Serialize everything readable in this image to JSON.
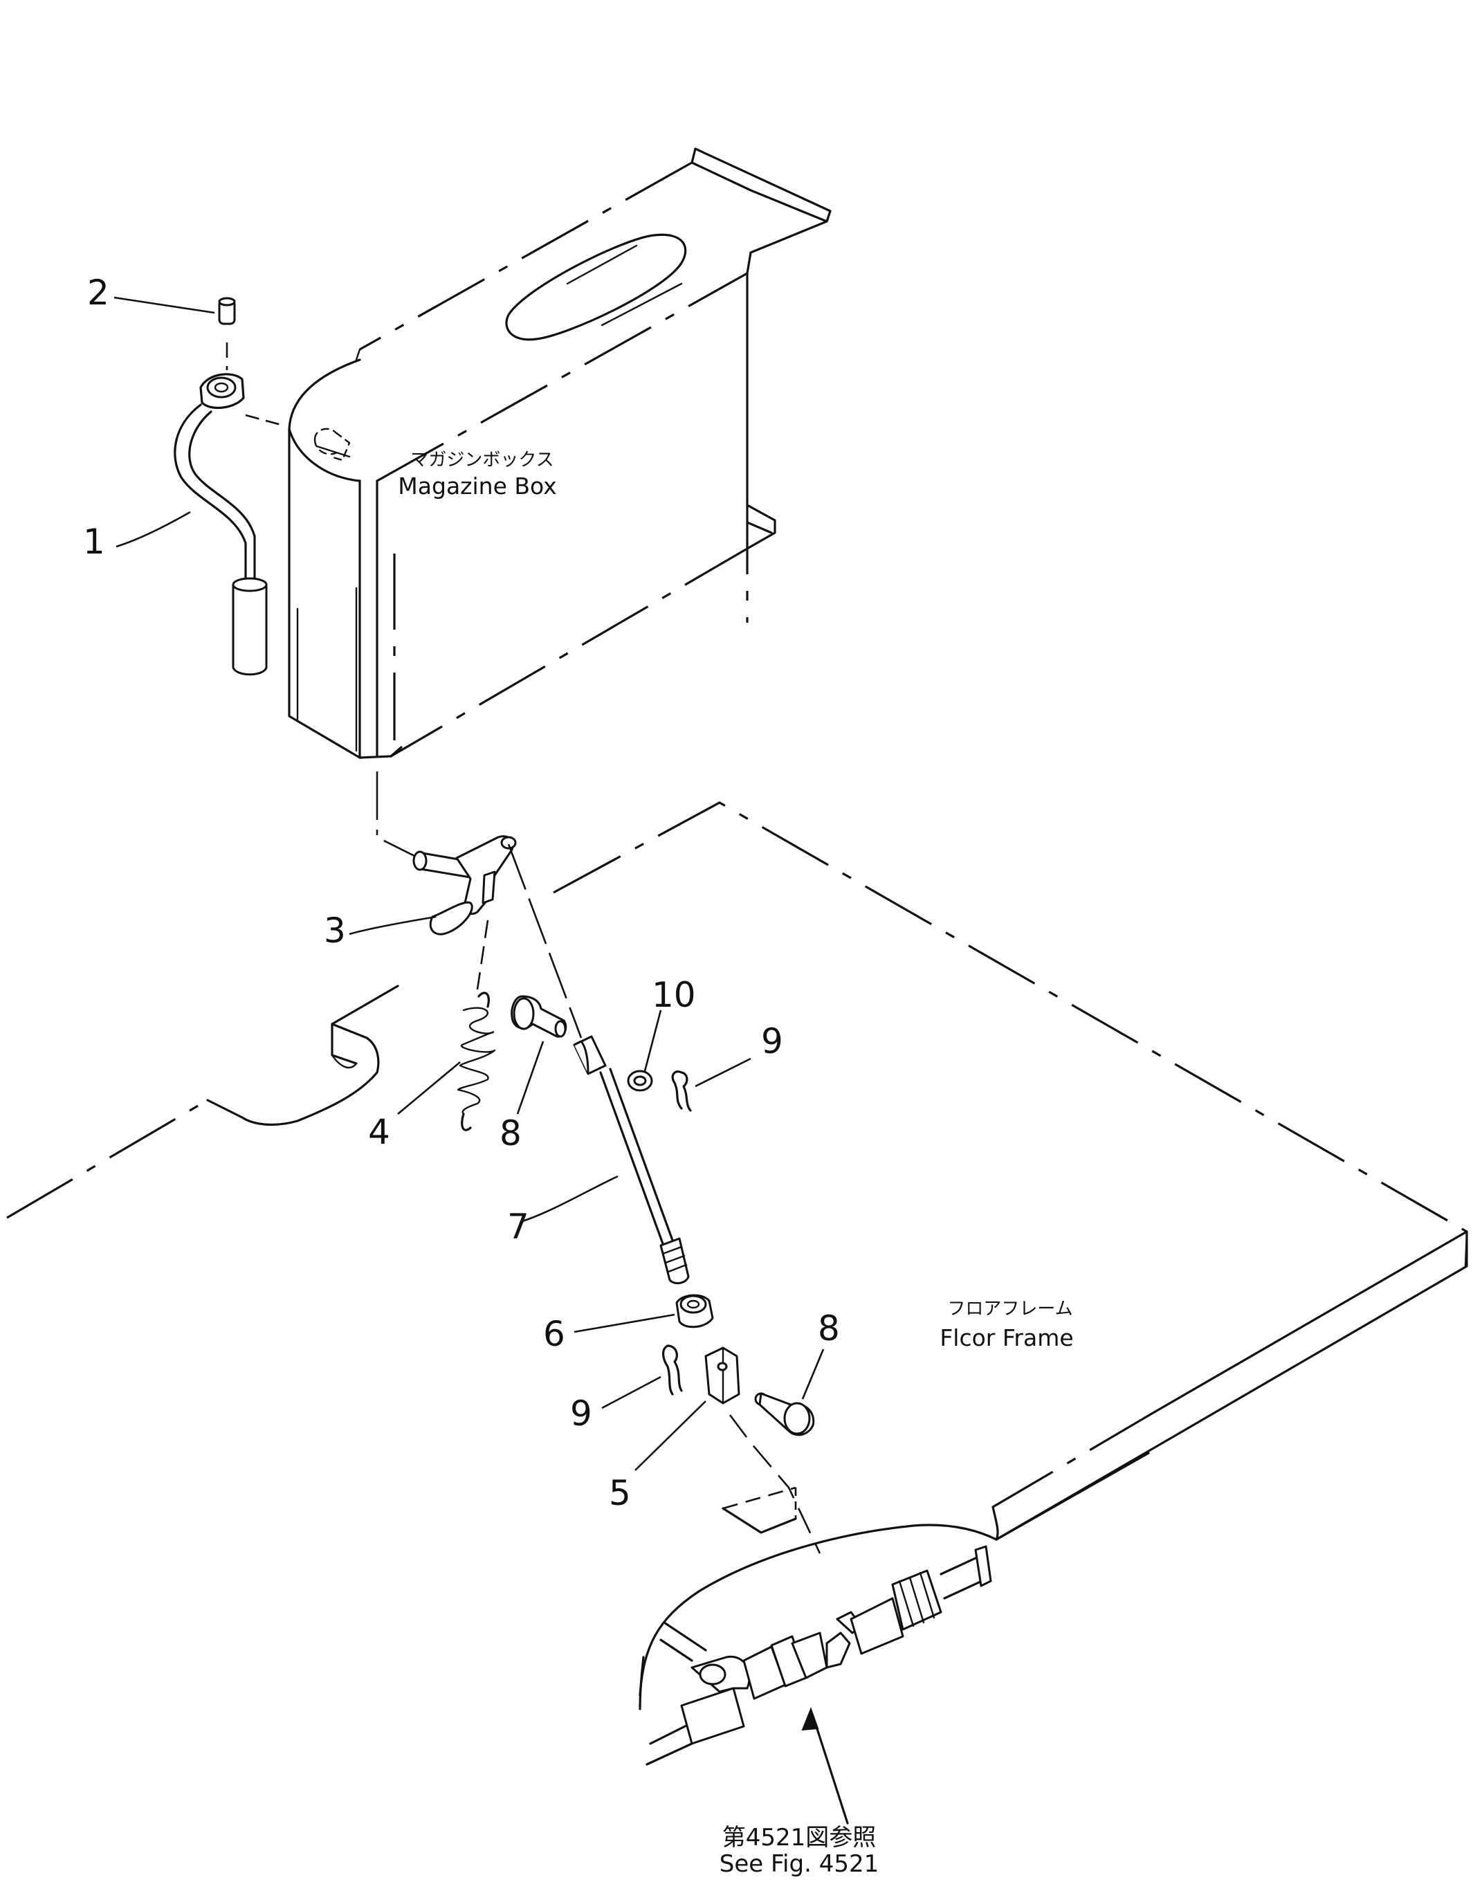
{
  "callouts": [
    {
      "id": "1",
      "label": "1"
    },
    {
      "id": "2",
      "label": "2"
    },
    {
      "id": "3",
      "label": "3"
    },
    {
      "id": "4",
      "label": "4"
    },
    {
      "id": "5",
      "label": "5"
    },
    {
      "id": "6",
      "label": "6"
    },
    {
      "id": "7",
      "label": "7"
    },
    {
      "id": "8a",
      "label": "8"
    },
    {
      "id": "8b",
      "label": "8"
    },
    {
      "id": "9a",
      "label": "9"
    },
    {
      "id": "9b",
      "label": "9"
    },
    {
      "id": "10",
      "label": "10"
    }
  ],
  "labels": {
    "magazine_box_jp": "マガジンボックス",
    "magazine_box_en": "Magazine  Box",
    "floor_frame_jp": "フロアフレーム",
    "floor_frame_en": "Flcor  Frame",
    "reference_jp": "第4521図参照",
    "reference_en": "See Fig. 4521"
  }
}
